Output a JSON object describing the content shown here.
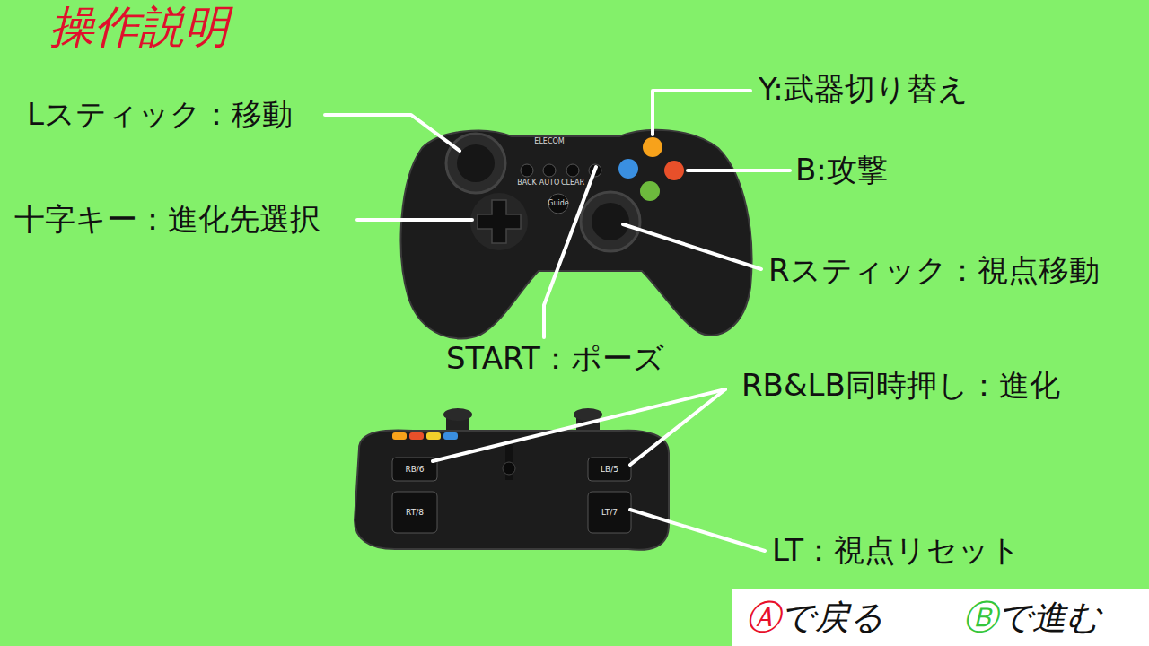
{
  "diagram": {
    "title": "操作説明",
    "nodes": [
      {
        "text": [
          "Ⓐで戻る",
          "Ⓑで進む"
        ]
      }
    ],
    "labels": [
      "Lスティック：移動",
      "Y:武器切り替え",
      "B:攻撃",
      "十字キー：進化先選択",
      "Rスティック：視点移動",
      "START：ポーズ",
      "RB&LB同時押し：進化",
      "LT：視点リセット",
      "BACK",
      "AUTO",
      "CLEAR",
      "Guide",
      "ELECOM",
      "RB/6",
      "LB/5",
      "RT/8",
      "LT/7"
    ]
  }
}
